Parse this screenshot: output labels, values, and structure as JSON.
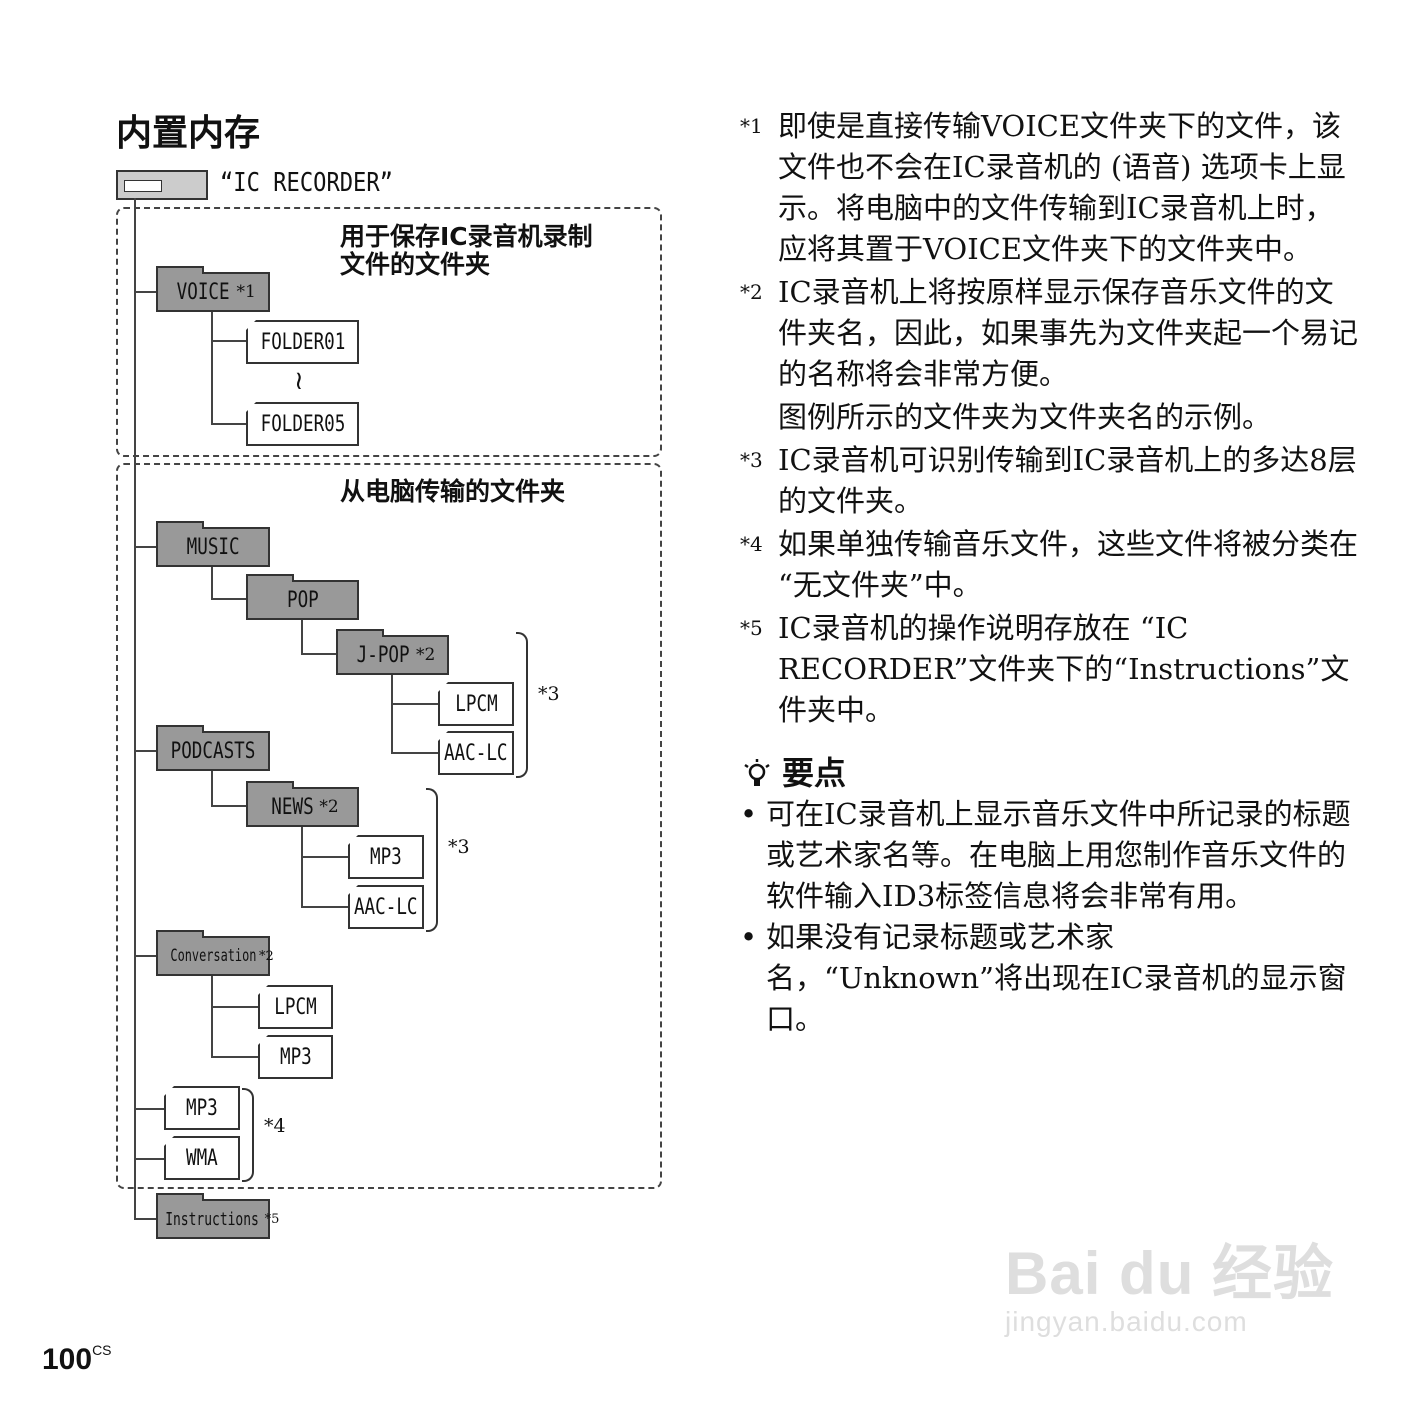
{
  "title": "内置内存",
  "drive_label": "“IC RECORDER”",
  "box1_label": "用于保存IC录音机录制\n文件的文件夹",
  "box2_label": "从电脑传输的文件夹",
  "folders": {
    "voice": "VOICE",
    "folder01": "FOLDER01",
    "tilde": "≀",
    "folder05": "FOLDER05",
    "music": "MUSIC",
    "pop": "POP",
    "jpop": "J-POP",
    "lpcm1": "LPCM",
    "aaclc1": "AAC-LC",
    "podcasts": "PODCASTS",
    "news": "NEWS",
    "mp3_1": "MP3",
    "aaclc2": "AAC-LC",
    "conversation": "Conversation",
    "lpcm2": "LPCM",
    "mp3_2": "MP3",
    "mp3_3": "MP3",
    "wma": "WMA",
    "instructions": "Instructions"
  },
  "marks": {
    "m1": "*1",
    "m2": "*2",
    "m3": "*3",
    "m4": "*4",
    "m5": "*5"
  },
  "notes": [
    {
      "mark": "*1",
      "text": "即使是直接传输VOICE文件夹下的文件，该文件也不会在IC录音机的 (语音) 选项卡上显示。将电脑中的文件传输到IC录音机上时，应将其置于VOICE文件夹下的文件夹中。"
    },
    {
      "mark": "*2",
      "text": "IC录音机上将按原样显示保存音乐文件的文件夹名，因此，如果事先为文件夹起一个易记的名称将会非常方便。"
    },
    {
      "mark": "",
      "text": "图例所示的文件夹为文件夹名的示例。"
    },
    {
      "mark": "*3",
      "text": "IC录音机可识别传输到IC录音机上的多达8层的文件夹。"
    },
    {
      "mark": "*4",
      "text": "如果单独传输音乐文件，这些文件将被分类在 “无文件夹”中。"
    },
    {
      "mark": "*5",
      "text": "IC录音机的操作说明存放在 “IC RECORDER”文件夹下的“Instructions”文件夹中。"
    }
  ],
  "tips_heading": "要点",
  "tips": [
    "可在IC录音机上显示音乐文件中所记录的标题或艺术家名等。在电脑上用您制作音乐文件的软件输入ID3标签信息将会非常有用。",
    "如果没有记录标题或艺术家名，“Unknown”将出现在IC录音机的显示窗口。"
  ],
  "page_number": "100",
  "page_suffix": "CS",
  "watermark": "Bai du 经验",
  "watermark_url": "jingyan.baidu.com"
}
